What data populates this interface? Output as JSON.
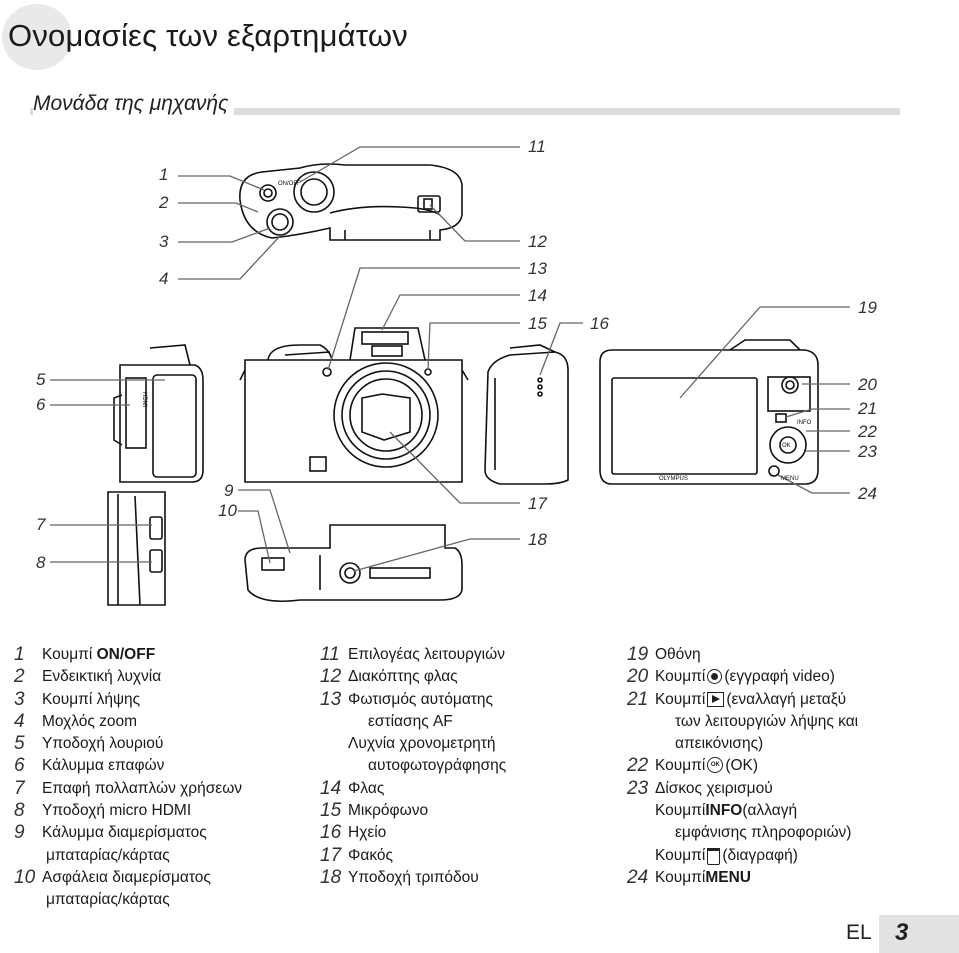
{
  "page": {
    "title": "Ονομασίες των εξαρτημάτων",
    "subtitle": "Μονάδα της μηχανής",
    "footer_lang": "EL",
    "footer_page": "3"
  },
  "diagram": {
    "callouts": [
      "1",
      "2",
      "3",
      "4",
      "5",
      "6",
      "7",
      "8",
      "9",
      "10",
      "11",
      "12",
      "13",
      "14",
      "15",
      "16",
      "17",
      "18",
      "19",
      "20",
      "21",
      "22",
      "23",
      "24"
    ],
    "body_labels": {
      "brand": "OLYMPUS",
      "hdmi": "HDMI",
      "on_off": "ON/OFF",
      "info": "INFO",
      "menu": "MENU",
      "ok": "OK"
    }
  },
  "legend": {
    "col1": [
      {
        "num": "1",
        "pre": "Κουμπί ",
        "bold": "ON/OFF",
        "post": ""
      },
      {
        "num": "2",
        "text": "Ενδεικτική λυχνία"
      },
      {
        "num": "3",
        "text": "Κουμπί λήψης"
      },
      {
        "num": "4",
        "text": "Μοχλός zoom"
      },
      {
        "num": "5",
        "text": "Υποδοχή λουριού"
      },
      {
        "num": "6",
        "text": "Κάλυμμα επαφών"
      },
      {
        "num": "7",
        "text": "Επαφή πολλαπλών χρήσεων"
      },
      {
        "num": "8",
        "text": "Υποδοχή micro HDMI"
      },
      {
        "num": "9",
        "text": "Κάλυμμα διαμερίσματος",
        "cont": "μπαταρίας/κάρτας"
      },
      {
        "num": "10",
        "text": "Ασφάλεια διαμερίσματος",
        "cont": "μπαταρίας/κάρτας"
      }
    ],
    "col2": [
      {
        "num": "11",
        "text": "Επιλογέας λειτουργιών"
      },
      {
        "num": "12",
        "text": "Διακόπτης φλας"
      },
      {
        "num": "13",
        "text": "Φωτισμός αυτόματης",
        "cont": "εστίασης AF"
      },
      {
        "extra": "Λυχνία χρονομετρητή",
        "cont": "αυτοφωτογράφησης"
      },
      {
        "num": "14",
        "text": "Φλας"
      },
      {
        "num": "15",
        "text": "Μικρόφωνο"
      },
      {
        "num": "16",
        "text": "Ηχείο"
      },
      {
        "num": "17",
        "text": "Φακός"
      },
      {
        "num": "18",
        "text": "Υποδοχή τριπόδου"
      }
    ],
    "col3": [
      {
        "num": "19",
        "text": "Οθόνη"
      },
      {
        "num": "20",
        "pre": "Κουμπί ",
        "icon": "record-icon",
        "post": " (εγγραφή video)"
      },
      {
        "num": "21",
        "pre": "Κουμπί ",
        "icon": "playback-icon",
        "post": " (εναλλαγή μεταξύ",
        "cont": "των λειτουργιών λήψης και",
        "cont_b": "απεικόνισης)"
      },
      {
        "num": "22",
        "pre": "Κουμπί ",
        "icon": "ok-icon",
        "post": " (OK)"
      },
      {
        "num": "23",
        "text": "Δίσκος χειρισμού"
      },
      {
        "sub_pre": "Κουμπί ",
        "sub_bold": "INFO",
        "sub_post": " (αλλαγή",
        "cont": "εμφάνισης πληροφοριών)"
      },
      {
        "sub_pre": "Κουμπί ",
        "sub_icon": "trash-icon",
        "sub_post": " (διαγραφή)"
      },
      {
        "num": "24",
        "pre": "Κουμπί ",
        "bold": "MENU",
        "post": ""
      }
    ]
  }
}
